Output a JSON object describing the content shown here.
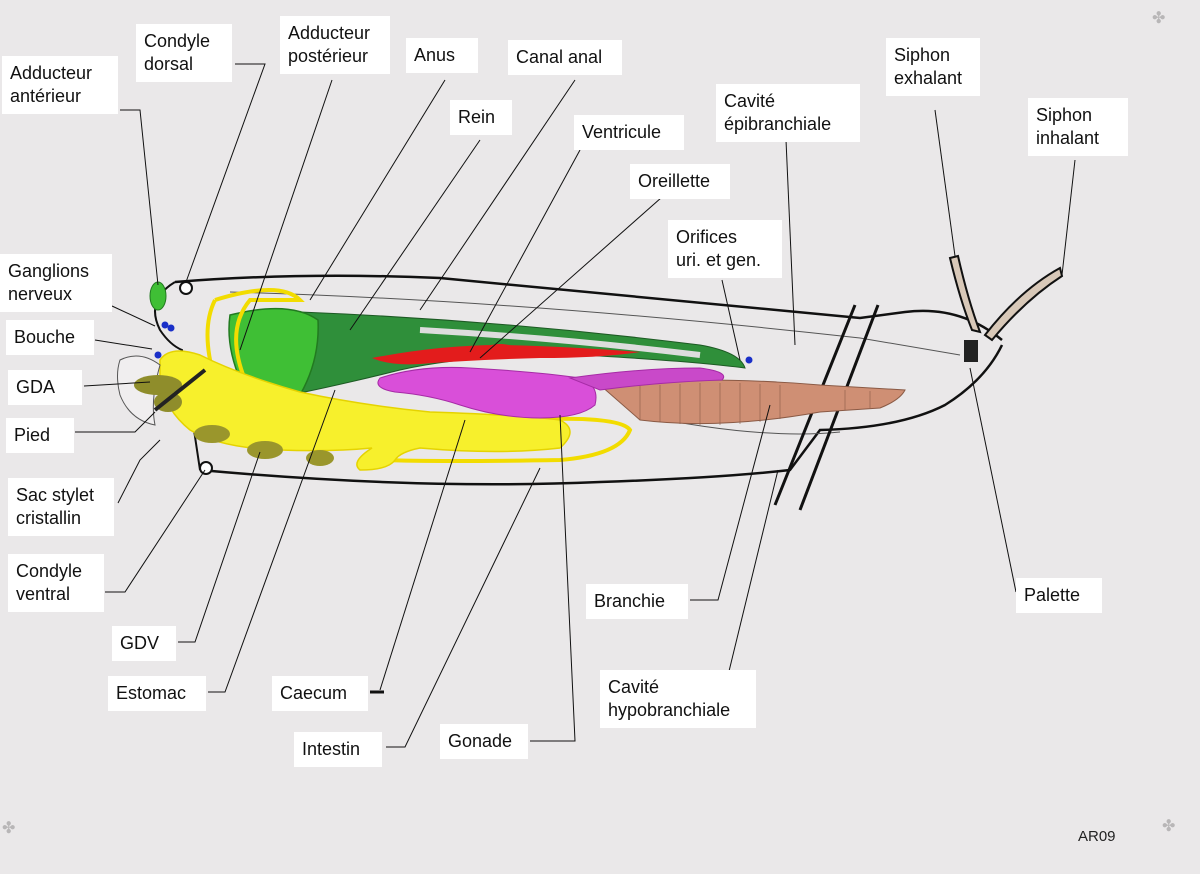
{
  "labels": {
    "adducteur_anterieur": "Adducteur\nantérieur",
    "condyle_dorsal": "Condyle\ndorsal",
    "adducteur_posterieur": "Adducteur\npostérieur",
    "anus": "Anus",
    "canal_anal": "Canal anal",
    "rein": "Rein",
    "ventricule": "Ventricule",
    "oreillette": "Oreillette",
    "cavite_epibranchiale": "Cavité\népibranchiale",
    "siphon_exhalant": "Siphon\nexhalant",
    "siphon_inhalant": "Siphon\ninhalant",
    "orifices": "Orifices\nuri. et gen.",
    "ganglions_nerveux": "Ganglions\nnerveux",
    "bouche": "Bouche",
    "gda": "GDA",
    "pied": "Pied",
    "sac_stylet": "Sac stylet\ncristallin",
    "condyle_ventral": "Condyle\nventral",
    "gdv": "GDV",
    "estomac": "Estomac",
    "caecum": "Caecum",
    "intestin": "Intestin",
    "gonade": "Gonade",
    "branchie": "Branchie",
    "cavite_hypobranchiale": "Cavité\nhypobranchiale",
    "palette": "Palette"
  },
  "signature": "AR09",
  "colors": {
    "background": "#eae8e9",
    "label_box": "#ffffff",
    "adductor": "#3fbf35",
    "kidney": "#2e8b3a",
    "digestive": "#f5ef2a",
    "digestive_outline": "#e0c800",
    "gonad": "#d63fd6",
    "heart": "#e01818",
    "gill": "#c8866a",
    "glands": "#8c8a2a",
    "ganglia": "#1a2fc8"
  }
}
